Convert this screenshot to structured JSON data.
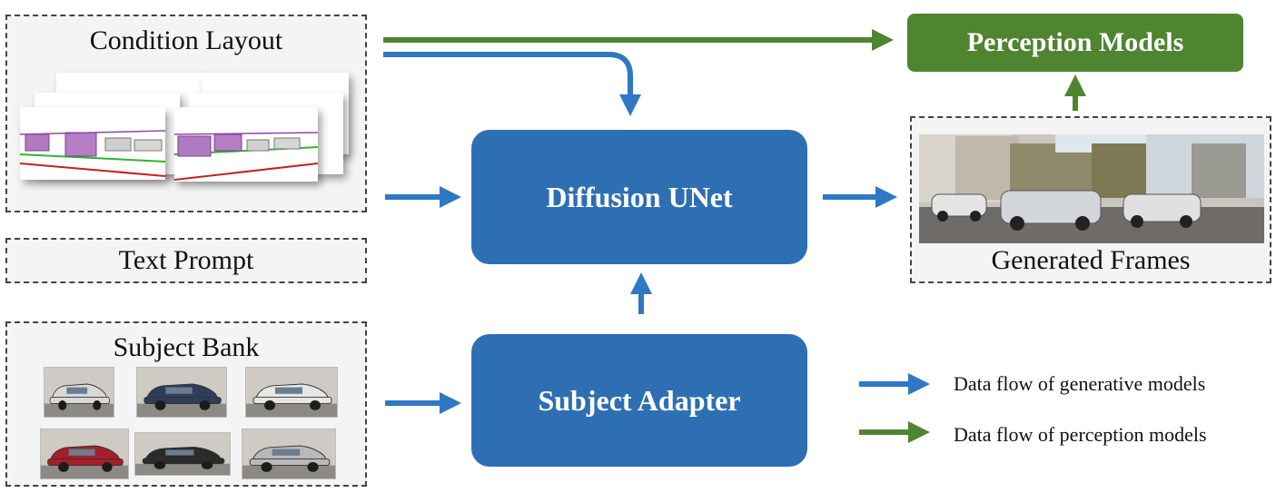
{
  "labels": {
    "condition_layout": "Condition Layout",
    "text_prompt": "Text Prompt",
    "subject_bank": "Subject Bank",
    "diffusion_unet": "Diffusion UNet",
    "subject_adapter": "Subject Adapter",
    "perception_models": "Perception Models",
    "generated_frames": "Generated Frames"
  },
  "legend": [
    {
      "label": "Data flow of generative models",
      "color": "#2f78c4"
    },
    {
      "label": "Data flow of perception models",
      "color": "#4f8430"
    }
  ],
  "colors": {
    "blue_block": "#2e6fb3",
    "blue_arrow": "#2f78c4",
    "green_block": "#4f8430"
  },
  "subject_bank_cars": [
    {
      "name": "white-sedan-front",
      "color": "#d8d8d8"
    },
    {
      "name": "dark-blue-sedan",
      "color": "#2f3c5a"
    },
    {
      "name": "white-hatchback",
      "color": "#e6e6e6"
    },
    {
      "name": "red-suv",
      "color": "#a51e2a"
    },
    {
      "name": "black-coupe",
      "color": "#2a2a2a"
    },
    {
      "name": "silver-hatchback",
      "color": "#b9b9b9"
    }
  ]
}
